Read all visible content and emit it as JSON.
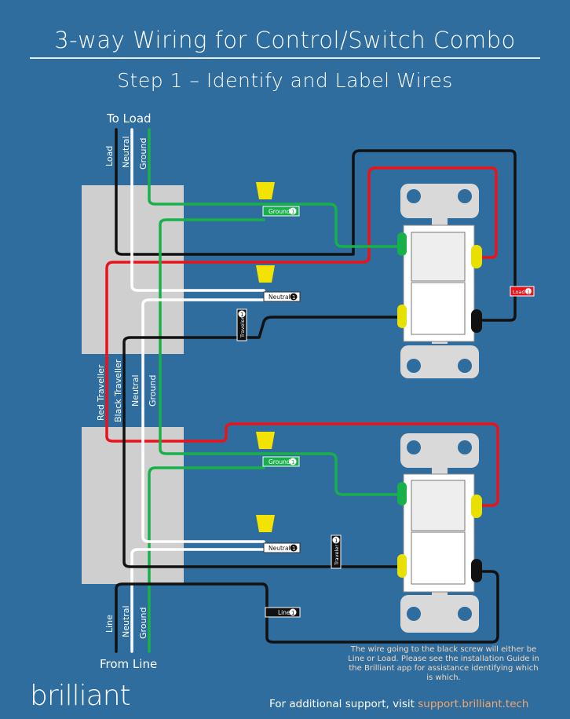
{
  "header": {
    "title": "3-way Wiring for Control/Switch Combo",
    "subtitle": "Step 1 – Identify and Label Wires"
  },
  "labels": {
    "to_load": "To Load",
    "from_line": "From Line",
    "top_wires": [
      "Load",
      "Neutral",
      "Ground"
    ],
    "middle_wires": [
      "Red Traveller",
      "Black Traveller",
      "Neutral",
      "Ground"
    ],
    "bottom_wires": [
      "Line",
      "Neutral",
      "Ground"
    ]
  },
  "tags": {
    "ground": "Ground",
    "neutral": "Neutral",
    "traveler": "Traveler",
    "load": "Load",
    "line": "Line",
    "badge": "1"
  },
  "note": "The wire going to the black screw will either be Line or Load. Please see the installation Guide in the Brilliant app for assistance identifying which is which.",
  "footer": {
    "brand": "brilliant",
    "support_text": "For additional support, visit",
    "support_link": "support.brilliant.tech"
  },
  "colors": {
    "background": "#2e6d9d",
    "ground_wire": "#18b04a",
    "hot_wire": "#e8141b",
    "travel_wire": "#111111",
    "neutral_wire": "#ffffff",
    "wire_nut": "#f2e300"
  }
}
